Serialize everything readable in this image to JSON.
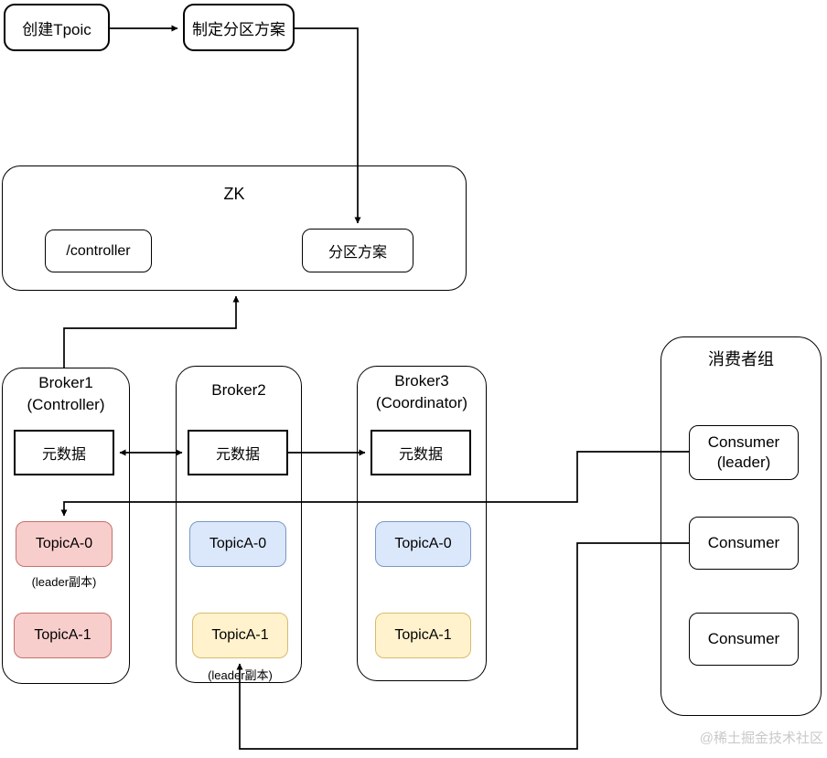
{
  "flow": {
    "create_topic": "创建Tpoic",
    "make_partition_plan": "制定分区方案"
  },
  "zk": {
    "title": "ZK",
    "controller_node": "/controller",
    "partition_plan_node": "分区方案"
  },
  "brokers": [
    {
      "title": "Broker1",
      "subtitle": "(Controller)",
      "metadata_label": "元数据",
      "topic0": "TopicA-0",
      "topic0_note": "(leader副本)",
      "topic1": "TopicA-1"
    },
    {
      "title": "Broker2",
      "metadata_label": "元数据",
      "topic0": "TopicA-0",
      "topic1": "TopicA-1",
      "topic1_note": "(leader副本)"
    },
    {
      "title": "Broker3",
      "subtitle": "(Coordinator)",
      "metadata_label": "元数据",
      "topic0": "TopicA-0",
      "topic1": "TopicA-1"
    }
  ],
  "consumer_group": {
    "title": "消费者组",
    "consumers": [
      {
        "line1": "Consumer",
        "line2": "(leader)"
      },
      {
        "line1": "Consumer"
      },
      {
        "line1": "Consumer"
      }
    ]
  },
  "watermark": "@稀土掘金技术社区",
  "colors": {
    "red_fill": "#f8cecc",
    "red_stroke": "#c4716b",
    "blue_fill": "#dbe8fc",
    "blue_stroke": "#7a97c4",
    "yellow_fill": "#fff2cc",
    "yellow_stroke": "#d9bb6f"
  }
}
